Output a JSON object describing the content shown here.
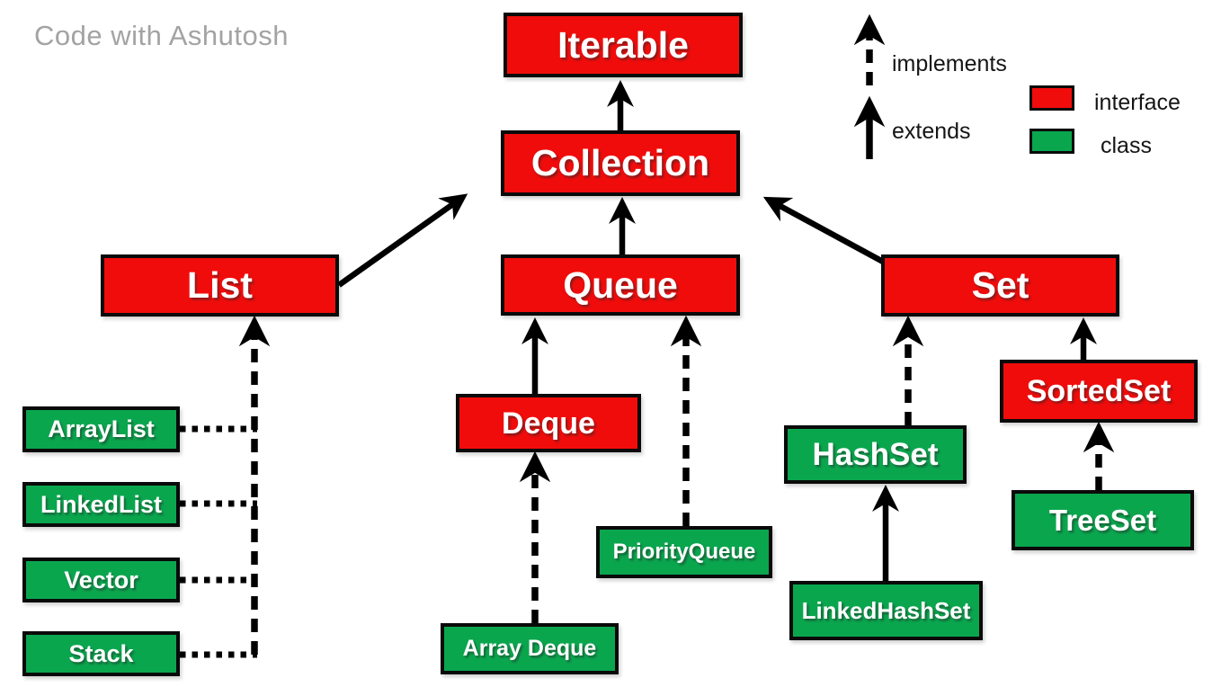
{
  "watermark": "Code with Ashutosh",
  "colors": {
    "interface_fill": "#f10c0c",
    "class_fill": "#0aa64e",
    "line": "#000000",
    "watermark_text": "#a3a3a3"
  },
  "legend": {
    "implements_label": "implements",
    "extends_label": "extends",
    "interface_label": "interface",
    "class_label": "class"
  },
  "nodes": {
    "iterable": {
      "label": "Iterable",
      "type": "interface"
    },
    "collection": {
      "label": "Collection",
      "type": "interface"
    },
    "list": {
      "label": "List",
      "type": "interface"
    },
    "queue": {
      "label": "Queue",
      "type": "interface"
    },
    "set": {
      "label": "Set",
      "type": "interface"
    },
    "deque": {
      "label": "Deque",
      "type": "interface"
    },
    "sortedset": {
      "label": "SortedSet",
      "type": "interface"
    },
    "arraylist": {
      "label": "ArrayList",
      "type": "class"
    },
    "linkedlist": {
      "label": "LinkedList",
      "type": "class"
    },
    "vector": {
      "label": "Vector",
      "type": "class"
    },
    "stack": {
      "label": "Stack",
      "type": "class"
    },
    "arraydeque": {
      "label": "Array Deque",
      "type": "class"
    },
    "priorityqueue": {
      "label": "PriorityQueue",
      "type": "class"
    },
    "hashset": {
      "label": "HashSet",
      "type": "class"
    },
    "linkedhashset": {
      "label": "LinkedHashSet",
      "type": "class"
    },
    "treeset": {
      "label": "TreeSet",
      "type": "class"
    }
  },
  "edges": [
    {
      "from": "Collection",
      "to": "Iterable",
      "relation": "extends"
    },
    {
      "from": "List",
      "to": "Collection",
      "relation": "extends"
    },
    {
      "from": "Queue",
      "to": "Collection",
      "relation": "extends"
    },
    {
      "from": "Set",
      "to": "Collection",
      "relation": "extends"
    },
    {
      "from": "Deque",
      "to": "Queue",
      "relation": "extends"
    },
    {
      "from": "SortedSet",
      "to": "Set",
      "relation": "extends"
    },
    {
      "from": "LinkedHashSet",
      "to": "HashSet",
      "relation": "extends"
    },
    {
      "from": "ArrayList",
      "to": "List",
      "relation": "implements"
    },
    {
      "from": "LinkedList",
      "to": "List",
      "relation": "implements"
    },
    {
      "from": "Vector",
      "to": "List",
      "relation": "implements"
    },
    {
      "from": "Stack",
      "to": "List",
      "relation": "implements"
    },
    {
      "from": "Array Deque",
      "to": "Deque",
      "relation": "implements"
    },
    {
      "from": "PriorityQueue",
      "to": "Queue",
      "relation": "implements"
    },
    {
      "from": "HashSet",
      "to": "Set",
      "relation": "implements"
    },
    {
      "from": "TreeSet",
      "to": "SortedSet",
      "relation": "implements"
    }
  ]
}
